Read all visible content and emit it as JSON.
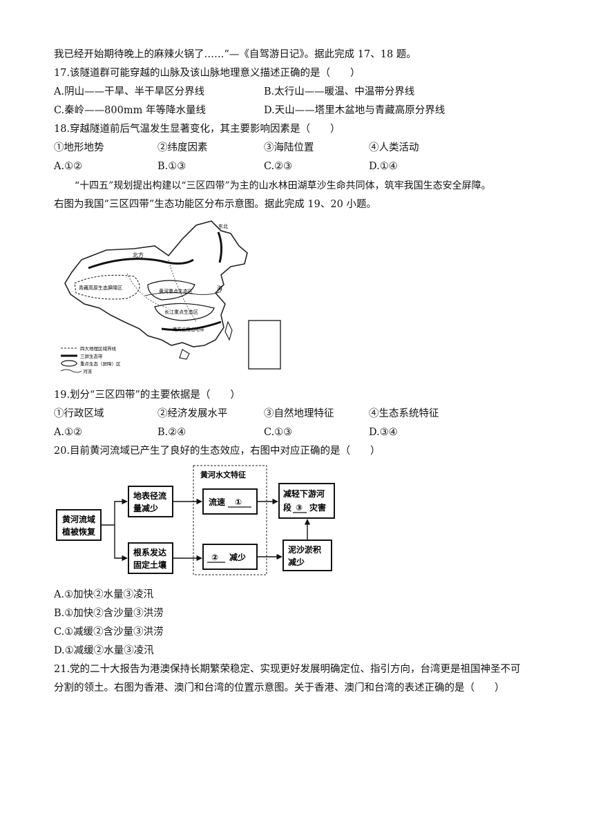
{
  "intro_line": "我已经开始期待晚上的麻辣火锅了……”—《自驾游日记》。据此完成 17、18 题。",
  "q17": {
    "stem": "17.该隧道群可能穿越的山脉及该山脉地理意义描述正确的是（　　）",
    "A": "A.阴山——干旱、半干旱区分界线",
    "B": "B.太行山——暖温、中温带分界线",
    "C": "C.秦岭——800mm 年等降水量线",
    "D": "D.天山——塔里木盆地与青藏高原分界线"
  },
  "q18": {
    "stem": "18.穿越隧道前后气温发生显著变化，其主要影响因素是（　　）",
    "items": [
      "①地形地势",
      "②纬度因素",
      "③海陆位置",
      "④人类活动"
    ],
    "options": [
      "A.①②",
      "B.①③",
      "C.②③",
      "D.①④"
    ]
  },
  "passage": {
    "line1": "“十四五”规划提出构建以“三区四带”为主的山水林田湖草沙生命共同体，筑牢我国生态安全屏障。",
    "line2": "右图为我国“三区四带”生态功能区分布示意图。据此完成 19、20 小题。"
  },
  "map": {
    "labels": {
      "northeast": "东北",
      "north": "北方",
      "qinghai": "青藏高原生态屏障区",
      "yellow": "黄河重点生态区",
      "yangtze": "长江重点生态区",
      "south": "南方丘陵山地带",
      "coast": "海"
    },
    "legend": [
      "四大地理区域界线",
      "三屏生态带",
      "重点生态（屏障）区",
      "河流"
    ]
  },
  "q19": {
    "stem": "19.划分“三区四带”的主要依据是（　　）",
    "items": [
      "①行政区域",
      "②经济发展水平",
      "③自然地理特征",
      "④生态系统特征"
    ],
    "options": [
      "A.①②",
      "B.②④",
      "C.①③",
      "D.③④"
    ]
  },
  "q20": {
    "stem": "20.目前黄河流域已产生了良好的生态效应，右图中对应正确的是（　　）",
    "options": [
      "A.①加快②水量③凌汛",
      "B.①加快②含沙量③洪涝",
      "C.①减缓②含沙量③洪涝",
      "D.①减缓②水量③凌汛"
    ]
  },
  "flow": {
    "start_1": "黄河流域",
    "start_2": "植被恢复",
    "top1_1": "地表径流",
    "top1_2": "量减少",
    "bot1_1": "根系发达",
    "bot1_2": "固定土壤",
    "group_title": "黄河水文特征",
    "speed": "流速",
    "c1": "①",
    "c2": "②",
    "reduce": "减少",
    "result_1": "减轻下游河",
    "result_2a": "段",
    "c3": "③",
    "result_2b": "灾害",
    "silt_1": "泥沙淤积",
    "silt_2": "减少"
  },
  "q21": {
    "line1": "21.党的二十大报告为港澳保持长期繁荣稳定、实现更好发展明确定位、指引方向，台湾更是祖国神圣不可",
    "line2": "分割的领土。右图为香港、澳门和台湾的位置示意图。关于香港、澳门和台湾的表述正确的是（　　）"
  }
}
